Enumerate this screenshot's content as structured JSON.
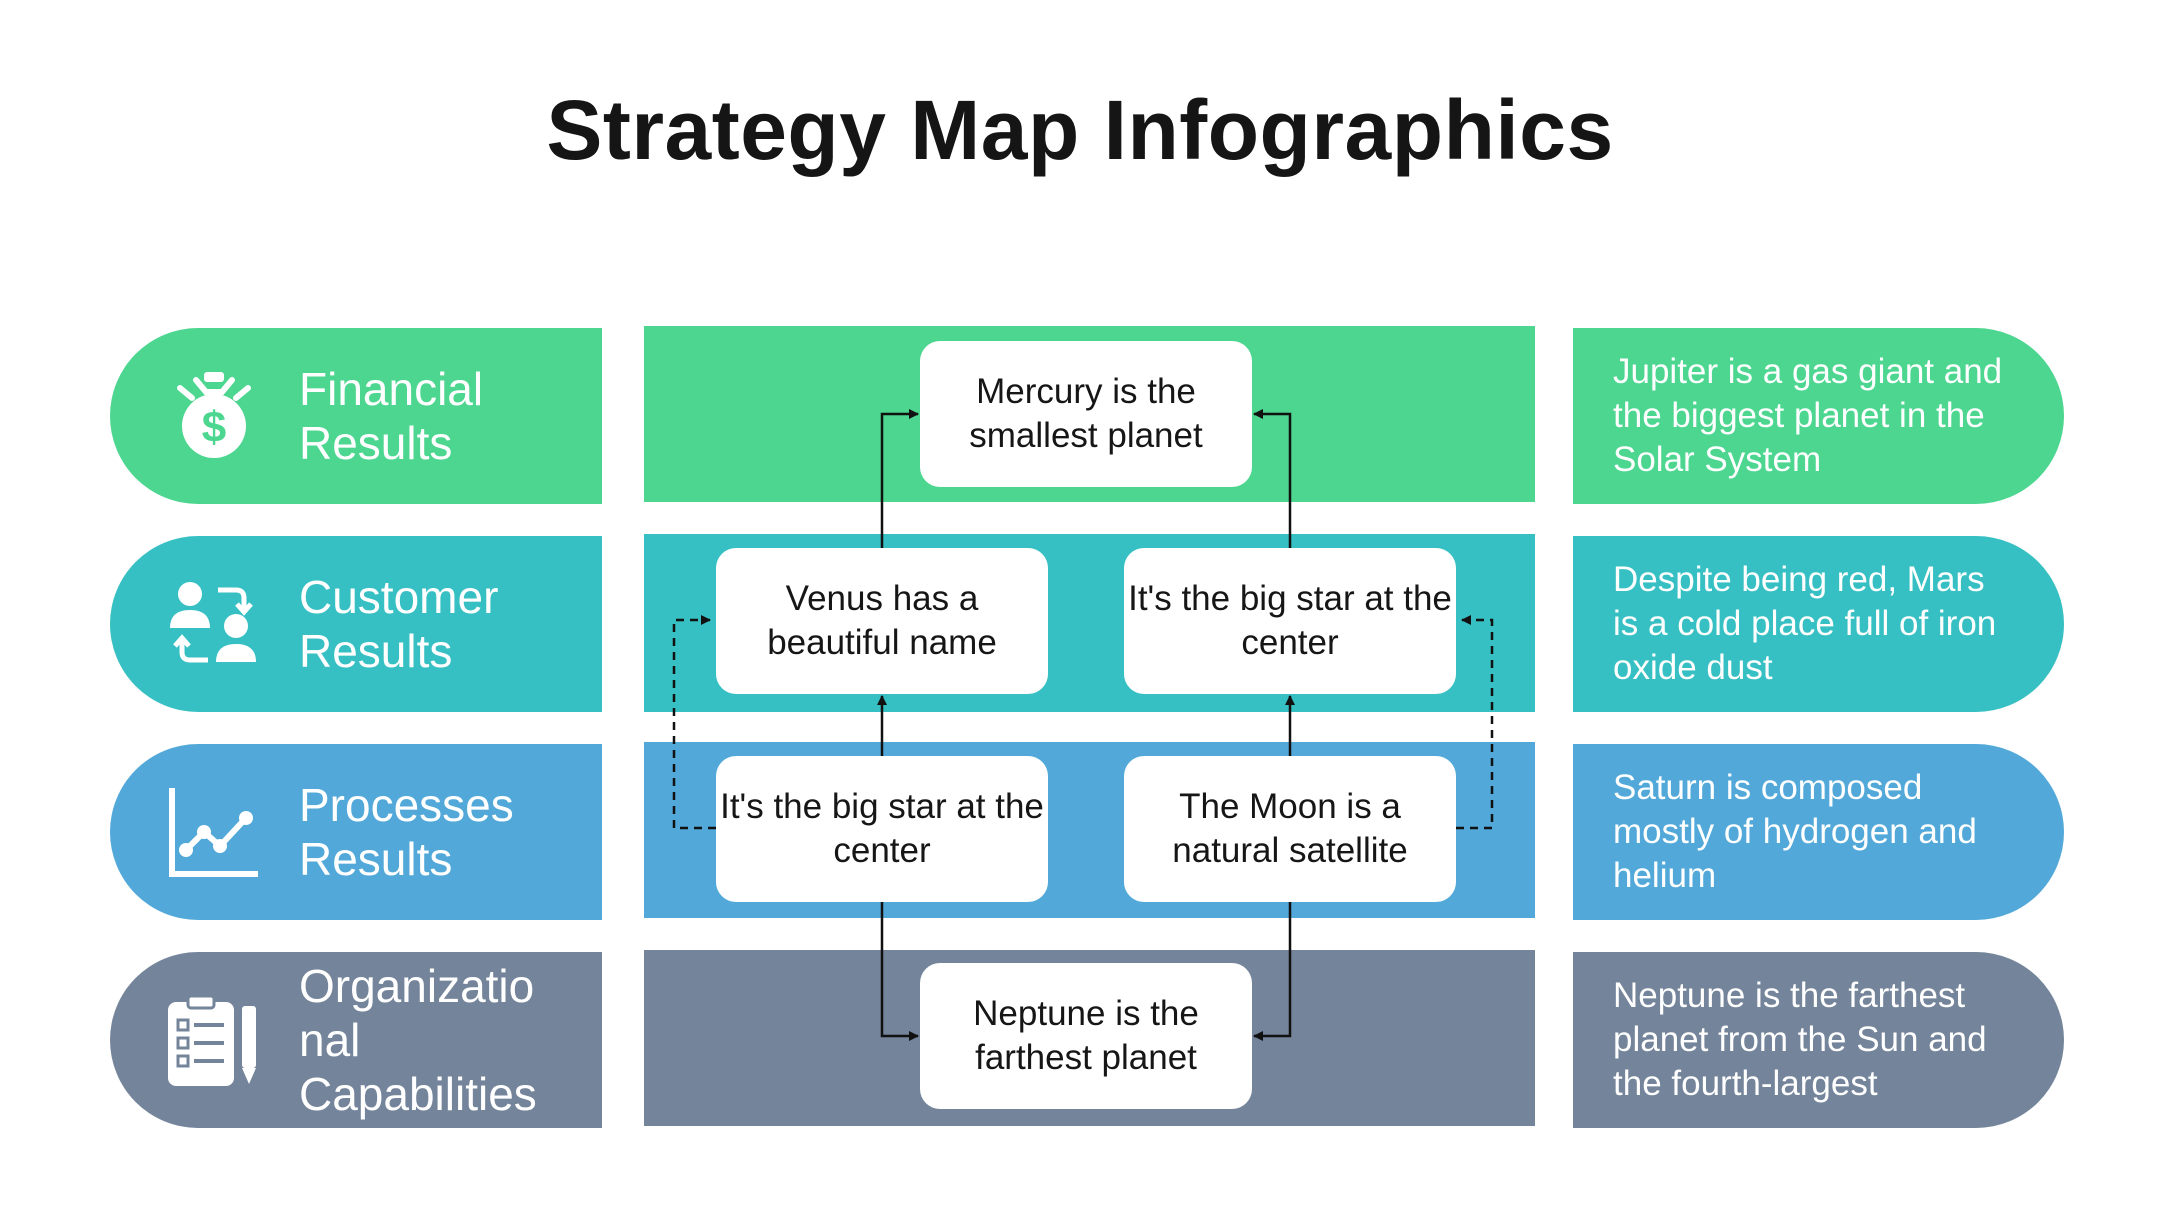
{
  "title": "Strategy Map Infographics",
  "colors": {
    "financial": "#4cd68f",
    "customer": "#37c0c3",
    "processes": "#52a9d9",
    "organizational": "#74849a",
    "node_bg": "#ffffff",
    "text_dark": "#161616"
  },
  "rows": [
    {
      "label": "Financial Results",
      "icon": "money-bag-icon",
      "description": "Jupiter is a gas giant and the biggest planet in the Solar System"
    },
    {
      "label": "Customer Results",
      "icon": "users-exchange-icon",
      "description": "Despite being red, Mars is a cold place full of iron oxide dust"
    },
    {
      "label": "Processes Results",
      "icon": "line-chart-icon",
      "description": "Saturn is composed mostly of hydrogen and helium"
    },
    {
      "label": "Organizatio nal Capabilities",
      "icon": "checklist-clipboard-icon",
      "description": "Neptune is the farthest planet from the Sun and the fourth-largest"
    }
  ],
  "nodes": {
    "mercury": "Mercury is the smallest planet",
    "venus": "Venus has a beautiful name",
    "big_star_top": "It's the big star at the center",
    "big_star_bottom": "It's the big star at the center",
    "moon": "The Moon is a natural satellite",
    "neptune": "Neptune is the farthest planet"
  }
}
